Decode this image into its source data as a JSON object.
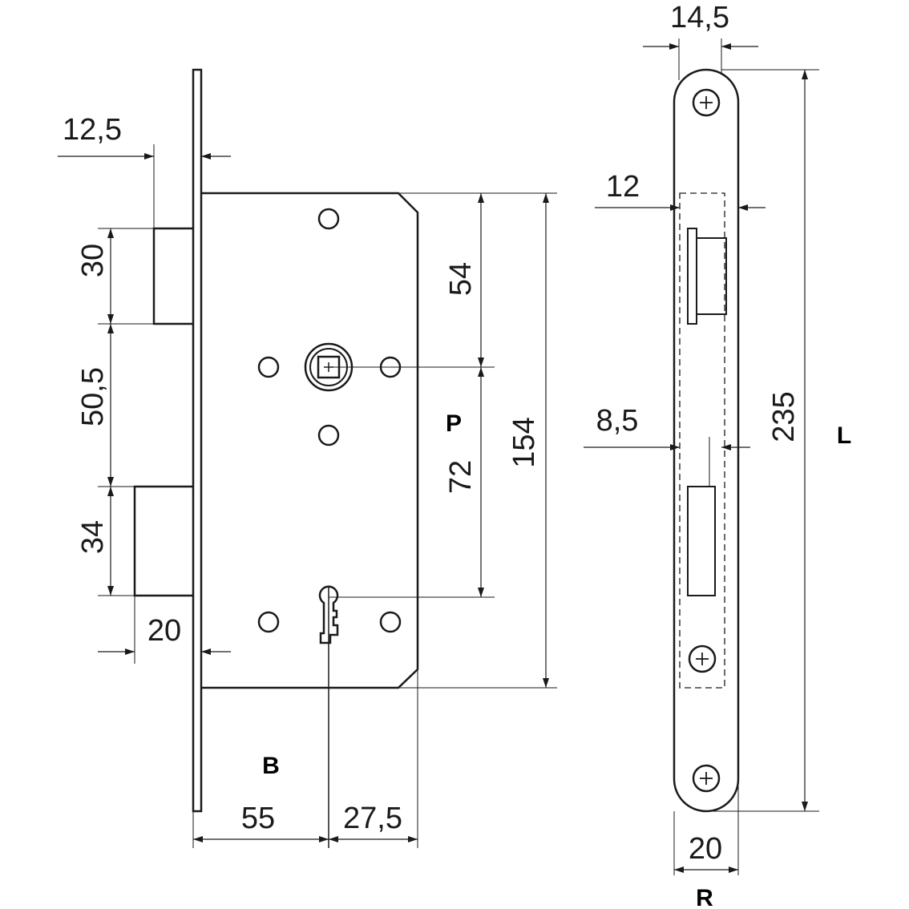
{
  "dimensions": {
    "faceplate_thickness": "12,5",
    "latch_height": "30",
    "latch_gap": "50,5",
    "deadbolt_height": "34",
    "bolt_throw": "20",
    "handle_to_top": "54",
    "handle_to_keyhole": "72",
    "case_height": "154",
    "backset": "55",
    "keyhole_to_edge": "27,5",
    "plate_top_width": "14,5",
    "latch_cut_width": "12",
    "bolt_cut_width": "8,5",
    "plate_length": "235",
    "plate_width": "20"
  },
  "labels": {
    "pitch": "P",
    "backset": "B",
    "length": "L",
    "radius": "R"
  },
  "colors": {
    "line": "#1a1a1a",
    "background": "#ffffff"
  }
}
